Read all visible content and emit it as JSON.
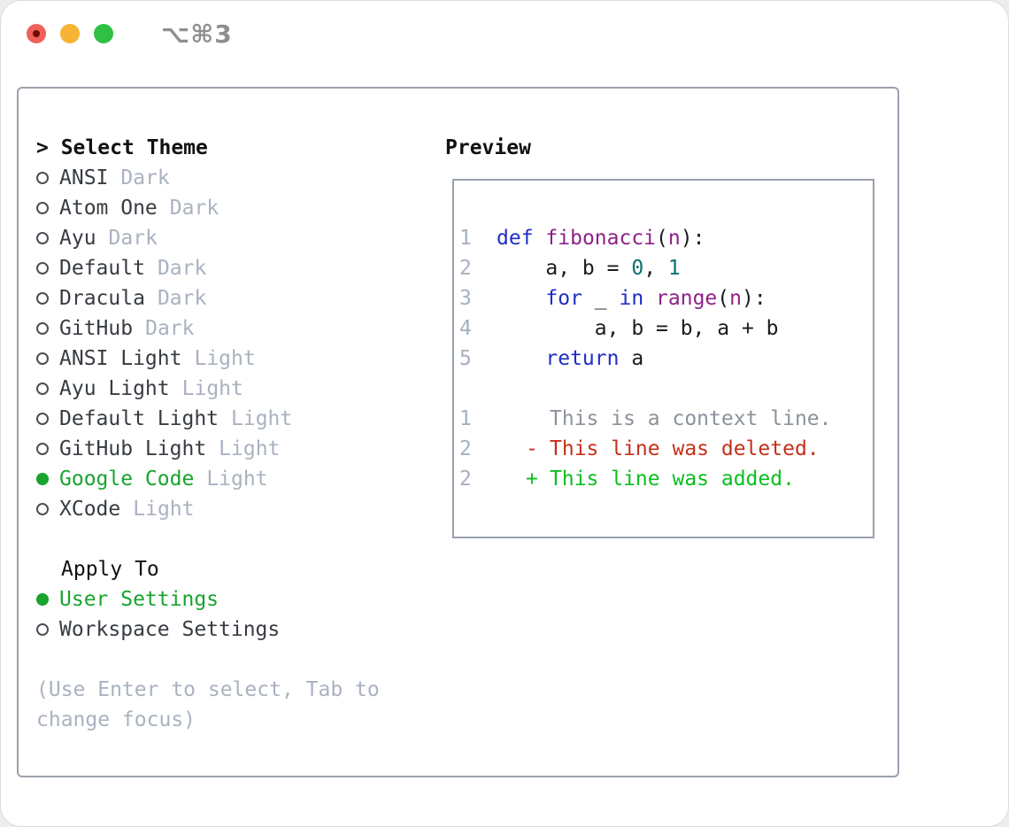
{
  "window": {
    "title": "⌥⌘3"
  },
  "colors": {
    "accent_green": "#18a42e",
    "diff_added_green": "#0abf1f",
    "diff_deleted_red": "#c53018",
    "keyword_blue": "#1e2ec6",
    "type_purple": "#8c2287",
    "literal_teal": "#0a6f6f",
    "muted_gray": "#a9b2c0",
    "panel_border": "#9aa2ac",
    "traffic_red": "#f0605a",
    "traffic_yellow": "#f5b433",
    "traffic_green": "#2ec143"
  },
  "theme_list": {
    "header_prefix": "> ",
    "header": "Select Theme",
    "items": [
      {
        "name": "ANSI",
        "variant": "Dark",
        "selected": false
      },
      {
        "name": "Atom One",
        "variant": "Dark",
        "selected": false
      },
      {
        "name": "Ayu",
        "variant": "Dark",
        "selected": false
      },
      {
        "name": "Default",
        "variant": "Dark",
        "selected": false
      },
      {
        "name": "Dracula",
        "variant": "Dark",
        "selected": false
      },
      {
        "name": "GitHub",
        "variant": "Dark",
        "selected": false
      },
      {
        "name": "ANSI Light",
        "variant": "Light",
        "selected": false
      },
      {
        "name": "Ayu Light",
        "variant": "Light",
        "selected": false
      },
      {
        "name": "Default Light",
        "variant": "Light",
        "selected": false
      },
      {
        "name": "GitHub Light",
        "variant": "Light",
        "selected": false
      },
      {
        "name": "Google Code",
        "variant": "Light",
        "selected": true
      },
      {
        "name": "XCode",
        "variant": "Light",
        "selected": false
      }
    ]
  },
  "apply_to": {
    "header": "Apply To",
    "options": [
      {
        "label": "User Settings",
        "selected": true
      },
      {
        "label": "Workspace Settings",
        "selected": false
      }
    ]
  },
  "hint": "(Use Enter to select, Tab to change focus)",
  "preview": {
    "header": "Preview",
    "code_lines": [
      {
        "num": "1",
        "tokens": [
          {
            "t": "def",
            "c": "kwd"
          },
          {
            "t": " ",
            "c": "pln"
          },
          {
            "t": "fibonacci",
            "c": "typ"
          },
          {
            "t": "(",
            "c": "pln"
          },
          {
            "t": "n",
            "c": "typ"
          },
          {
            "t": "):",
            "c": "pln"
          }
        ]
      },
      {
        "num": "2",
        "tokens": [
          {
            "t": "    a, b = ",
            "c": "pln"
          },
          {
            "t": "0",
            "c": "lit"
          },
          {
            "t": ", ",
            "c": "pln"
          },
          {
            "t": "1",
            "c": "lit"
          }
        ]
      },
      {
        "num": "3",
        "tokens": [
          {
            "t": "    ",
            "c": "pln"
          },
          {
            "t": "for",
            "c": "kwd"
          },
          {
            "t": " _ ",
            "c": "pln"
          },
          {
            "t": "in",
            "c": "kwd"
          },
          {
            "t": " ",
            "c": "pln"
          },
          {
            "t": "range",
            "c": "typ"
          },
          {
            "t": "(",
            "c": "pln"
          },
          {
            "t": "n",
            "c": "typ"
          },
          {
            "t": "):",
            "c": "pln"
          }
        ]
      },
      {
        "num": "4",
        "tokens": [
          {
            "t": "        a, b = b, a + b",
            "c": "pln"
          }
        ]
      },
      {
        "num": "5",
        "tokens": [
          {
            "t": "    ",
            "c": "pln"
          },
          {
            "t": "return",
            "c": "kwd"
          },
          {
            "t": " a",
            "c": "pln"
          }
        ]
      }
    ],
    "diff_lines": [
      {
        "num": "1",
        "sign": " ",
        "text": "This is a context line.",
        "kind": "ctx"
      },
      {
        "num": "2",
        "sign": "-",
        "text": "This line was deleted.",
        "kind": "del"
      },
      {
        "num": "2",
        "sign": "+",
        "text": "This line was added.",
        "kind": "add"
      }
    ]
  }
}
